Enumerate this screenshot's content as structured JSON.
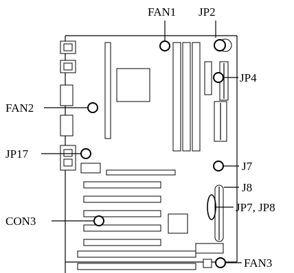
{
  "diagram": {
    "labels": {
      "fan1": "FAN1",
      "jp2": "JP2",
      "jp4": "JP4",
      "fan2": "FAN2",
      "jp17": "JP17",
      "j7": "J7",
      "j8": "J8",
      "jp7_jp8": "JP7, JP8",
      "con3": "CON3",
      "fan3": "FAN3"
    }
  }
}
